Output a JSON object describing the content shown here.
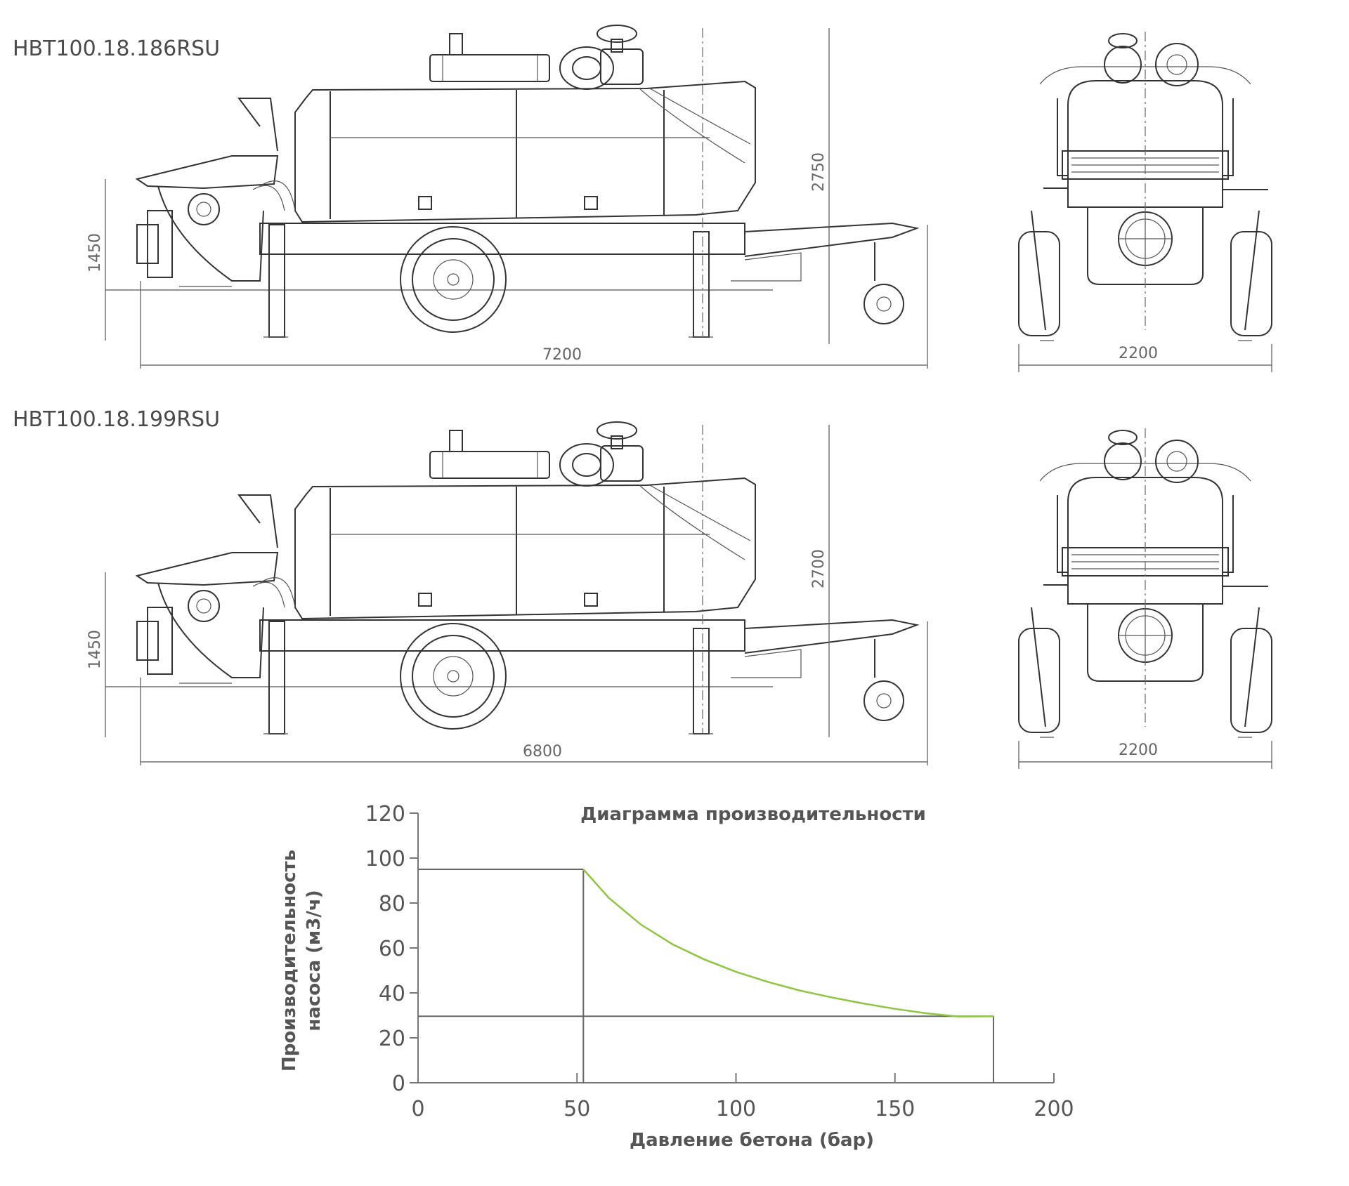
{
  "models": [
    {
      "title": "HBT100.18.186RSU",
      "dims": {
        "length": "7200",
        "height": "2750",
        "chute_height": "1450",
        "width": "2200"
      }
    },
    {
      "title": "HBT100.18.199RSU",
      "dims": {
        "length": "6800",
        "height": "2700",
        "chute_height": "1450",
        "width": "2200"
      }
    }
  ],
  "chart_data": {
    "type": "line",
    "title": "Диаграмма производительности",
    "xlabel": "Давление бетона (бар)",
    "ylabel_line1": "Производительность",
    "ylabel_line2": "насоса (м3/ч)",
    "xlim": [
      0,
      200
    ],
    "ylim": [
      0,
      120
    ],
    "x_ticks": [
      "0",
      "50",
      "100",
      "150",
      "200"
    ],
    "y_ticks": [
      "0",
      "20",
      "40",
      "60",
      "80",
      "100",
      "120"
    ],
    "series": [
      {
        "color": "#8dc63f",
        "x": [
          52,
          60,
          70,
          80,
          90,
          100,
          110,
          120,
          130,
          140,
          150,
          160,
          170,
          181
        ],
        "y": [
          95,
          82.3,
          70.5,
          61.7,
          54.9,
          49.4,
          44.9,
          41.1,
          38.0,
          35.3,
          32.9,
          30.9,
          29.5,
          29.6
        ]
      }
    ],
    "reference_lines": [
      {
        "orientation": "horizontal",
        "y": 95,
        "x_from": 0,
        "x_to": 52,
        "color": "#666666"
      },
      {
        "orientation": "vertical",
        "x": 52,
        "y_from": 0,
        "y_to": 95,
        "color": "#666666"
      },
      {
        "orientation": "horizontal",
        "y": 29.6,
        "x_from": 0,
        "x_to": 181,
        "color": "#666666"
      },
      {
        "orientation": "vertical",
        "x": 181,
        "y_from": 0,
        "y_to": 29.6,
        "color": "#666666"
      }
    ]
  }
}
